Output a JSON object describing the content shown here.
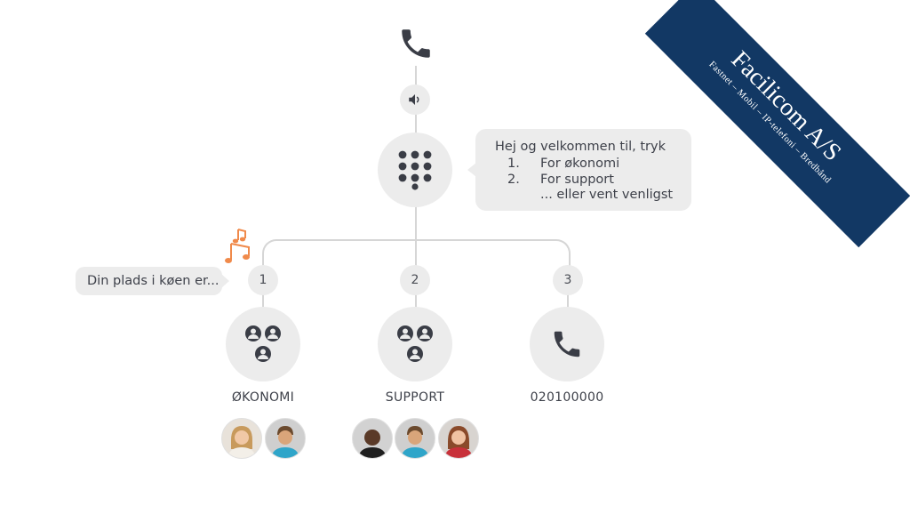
{
  "banner": {
    "company": "Facilicom A/S",
    "tagline": "Fastnet – Mobil – IP-telefoni – Bredbånd"
  },
  "greeting": {
    "intro": "Hej og velkommen til, tryk",
    "options": [
      {
        "num": "1.",
        "text": "For økonomi"
      },
      {
        "num": "2.",
        "text": "For support"
      }
    ],
    "footer": "... eller vent venligst"
  },
  "queue_message": "Din plads i køen er...",
  "branches": [
    {
      "key": "1",
      "label": "ØKONOMI",
      "icon": "group-icon"
    },
    {
      "key": "2",
      "label": "SUPPORT",
      "icon": "group-icon"
    },
    {
      "key": "3",
      "label": "020100000",
      "icon": "phone-icon"
    }
  ],
  "colors": {
    "banner": "#123864",
    "node": "#ececec",
    "icon": "#3a3d46",
    "music": "#f08a4b"
  }
}
